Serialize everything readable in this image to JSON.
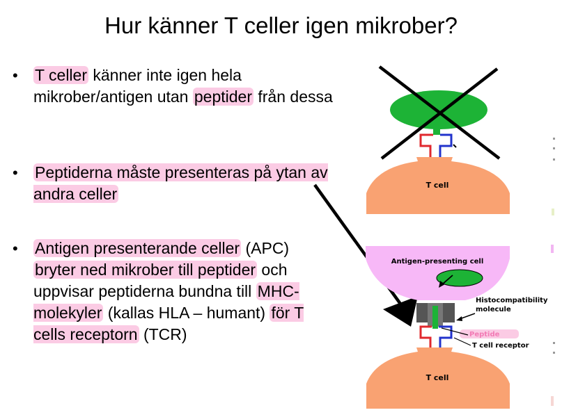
{
  "slide": {
    "title": "Hur känner T celler igen mikrober?"
  },
  "bullets": [
    {
      "segments": [
        {
          "text": "T celler",
          "highlight": true
        },
        {
          "text": " känner inte igen hela mikrober/antigen utan ",
          "highlight": false
        },
        {
          "text": "peptider",
          "highlight": true
        },
        {
          "text": " från dessa",
          "highlight": false
        }
      ]
    },
    {
      "segments": [
        {
          "text": "Peptiderna måste presenteras på ytan av andra celler",
          "highlight": true
        }
      ]
    },
    {
      "segments": [
        {
          "text": "Antigen presenterande celler",
          "highlight": true
        },
        {
          "text": " (APC) ",
          "highlight": false
        },
        {
          "text": "bryter ned mikrober till peptider",
          "highlight": true
        },
        {
          "text": " och uppvisar peptiderna bundna till ",
          "highlight": false
        },
        {
          "text": "MHC-molekyler",
          "highlight": true
        },
        {
          "text": " (kallas HLA – humant) ",
          "highlight": false
        },
        {
          "text": "för T cells receptorn",
          "highlight": true
        },
        {
          "text": " (TCR)",
          "highlight": false
        }
      ]
    }
  ],
  "figure": {
    "top_cell_label": "T cell",
    "apc_label": "Antigen-presenting cell",
    "mhc_label": "Histocompatibility molecule",
    "mhc_label_line1": "Histocompatibility",
    "mhc_label_line2": "molecule",
    "peptide_label": "Peptide",
    "tcr_label": "T cell receptor",
    "bottom_cell_label": "T cell"
  },
  "colors": {
    "highlight": "#f7a0cd",
    "t_cell": "#f9a272",
    "apc": "#f7b8f7",
    "microbe_green": "#1db336",
    "receptor_red": "#e0282e",
    "receptor_blue": "#2233cc",
    "mhc_gray": "#555555",
    "cross": "#000000"
  }
}
